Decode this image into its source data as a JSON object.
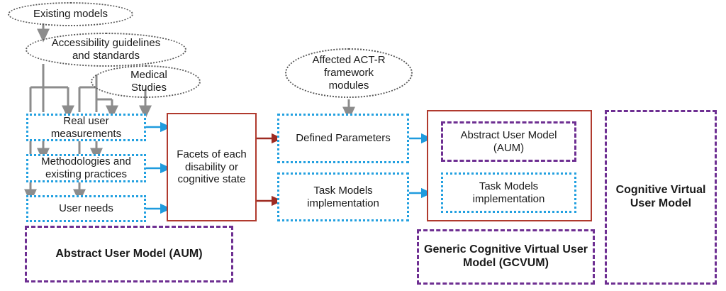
{
  "diagram": {
    "title": "Cognitive Virtual User Model derivation diagram",
    "colors": {
      "ellipse_outline": "#595959",
      "cyan": "#22A0E0",
      "dark_red": "#B03A2E",
      "purple": "#6E2F92",
      "gray_arrow": "#8C8C8C",
      "text": "#1A1A1A",
      "background": "#FFFFFF"
    },
    "inputs": [
      {
        "id": "existing-models",
        "label": "Existing models"
      },
      {
        "id": "accessibility-guidelines",
        "label": "Accessibility guidelines\nand standards"
      },
      {
        "id": "medical-studies",
        "label": "Medical\nStudies"
      },
      {
        "id": "act-r-modules",
        "label": "Affected ACT-R\nframework\nmodules"
      }
    ],
    "sources": [
      {
        "id": "real-user-measurements",
        "label": "Real user\nmeasurements"
      },
      {
        "id": "methodologies-existing-practices",
        "label": "Methodologies and\nexisting practices"
      },
      {
        "id": "user-needs",
        "label": "User needs"
      }
    ],
    "facets": {
      "id": "facets",
      "label": "Facets of each\ndisability or\ncognitive state"
    },
    "middle": [
      {
        "id": "defined-parameters",
        "label": "Defined Parameters"
      },
      {
        "id": "task-models-implementation",
        "label": "Task Models\nimplementation"
      }
    ],
    "gcvum_contents": [
      {
        "id": "abstract-user-model-aum",
        "label": "Abstract User Model\n(AUM)",
        "style": "purple-dashed"
      },
      {
        "id": "task-models-implementation-2",
        "label": "Task Models\nimplementation",
        "style": "cyan-dotted"
      }
    ],
    "groups": [
      {
        "id": "aum-group",
        "label": "Abstract User Model (AUM)"
      },
      {
        "id": "gcvum-group",
        "label": "Generic Cognitive Virtual User\nModel (GCVUM)"
      },
      {
        "id": "cvum-group",
        "label": "Cognitive Virtual\nUser Model"
      }
    ]
  }
}
